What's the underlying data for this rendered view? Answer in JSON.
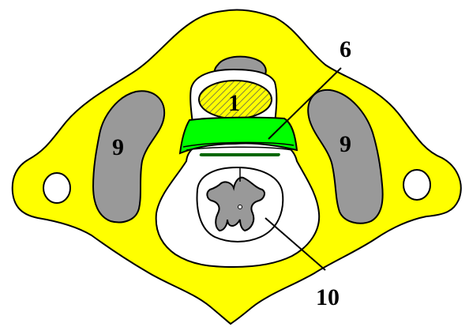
{
  "diagram": {
    "labels": {
      "left_region": "9",
      "right_region": "9",
      "center_region": "1",
      "pointer_top": "6",
      "pointer_bottom": "10"
    },
    "colors": {
      "bone": "#ffff00",
      "gray_region": "#999999",
      "green_layer": "#00ff00",
      "dark_green": "#006600",
      "white": "#ffffff",
      "outline": "#000000"
    }
  }
}
